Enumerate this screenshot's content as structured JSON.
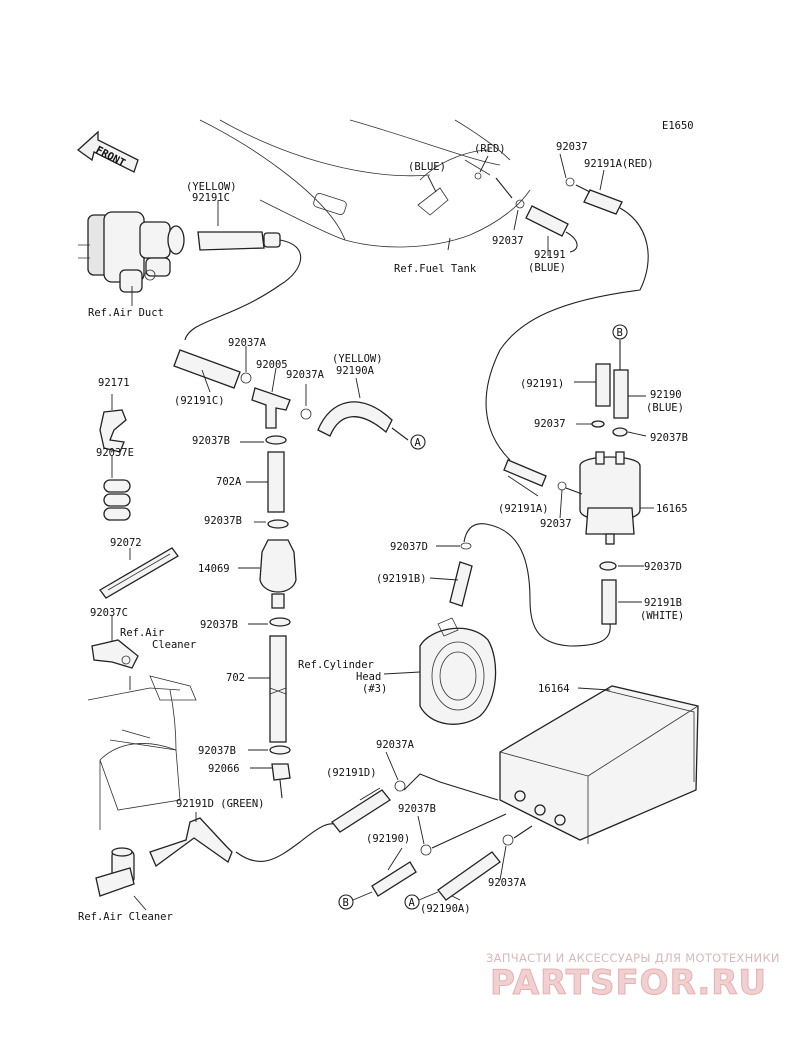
{
  "diagram": {
    "code": "E1650",
    "front": "FRONT",
    "labels": {
      "yellow_top": "(YELLOW)",
      "p92191c_top": "92191C",
      "red": "(RED)",
      "blue": "(BLUE)",
      "p92037_top": "92037",
      "p92191a_red": "92191A(RED)",
      "p92037_mid": "92037",
      "p92191_blue_num": "92191",
      "blue_paren": "(BLUE)",
      "ref_fuel_tank": "Ref.Fuel Tank",
      "ref_air_duct": "Ref.Air Duct",
      "p92037a_1": "92037A",
      "p92005": "92005",
      "yellow_2": "(YELLOW)",
      "p92037a_2": "92037A",
      "p92190a": "92190A",
      "p92191c_paren": "(92191C)",
      "p92171": "92171",
      "p92037e": "92037E",
      "p92037b_1": "92037B",
      "p702a": "702A",
      "p92037b_2": "92037B",
      "p14069": "14069",
      "p92072": "92072",
      "p92037c": "92037C",
      "ref_air": "Ref.Air",
      "cleaner": "Cleaner",
      "p92037b_3": "92037B",
      "p702": "702",
      "p92037b_4": "92037B",
      "p92066": "92066",
      "p92191d_green": "92191D (GREEN)",
      "ref_air_cleaner": "Ref.Air Cleaner",
      "circle_b_top": "B",
      "p92191_paren": "(92191)",
      "p92190": "92190",
      "blue_3": "(BLUE)",
      "p92037_r": "92037",
      "p92037b_r": "92037B",
      "p92191a_paren": "(92191A)",
      "p92037_r2": "92037",
      "p16165": "16165",
      "p92037d_1": "92037D",
      "p92191b_paren": "(92191B)",
      "p92037d_2": "92037D",
      "p92191b": "92191B",
      "white": "(WHITE)",
      "ref_cyl": "Ref.Cylinder",
      "head": "Head",
      "n3": "(#3)",
      "p16164": "16164",
      "p92037a_3": "92037A",
      "p92191d_paren": "(92191D)",
      "p92037b_5": "92037B",
      "p92190_paren": "(92190)",
      "p92037a_4": "92037A",
      "p92190a_paren": "(92190A)",
      "circle_a_1": "A",
      "circle_b_bot": "B",
      "circle_a_bot": "A"
    }
  },
  "watermark": {
    "tagline": "ЗАПЧАСТИ И АКСЕССУАРЫ ДЛЯ МОТОТЕХНИКИ",
    "site": "PARTSFOR.RU"
  }
}
